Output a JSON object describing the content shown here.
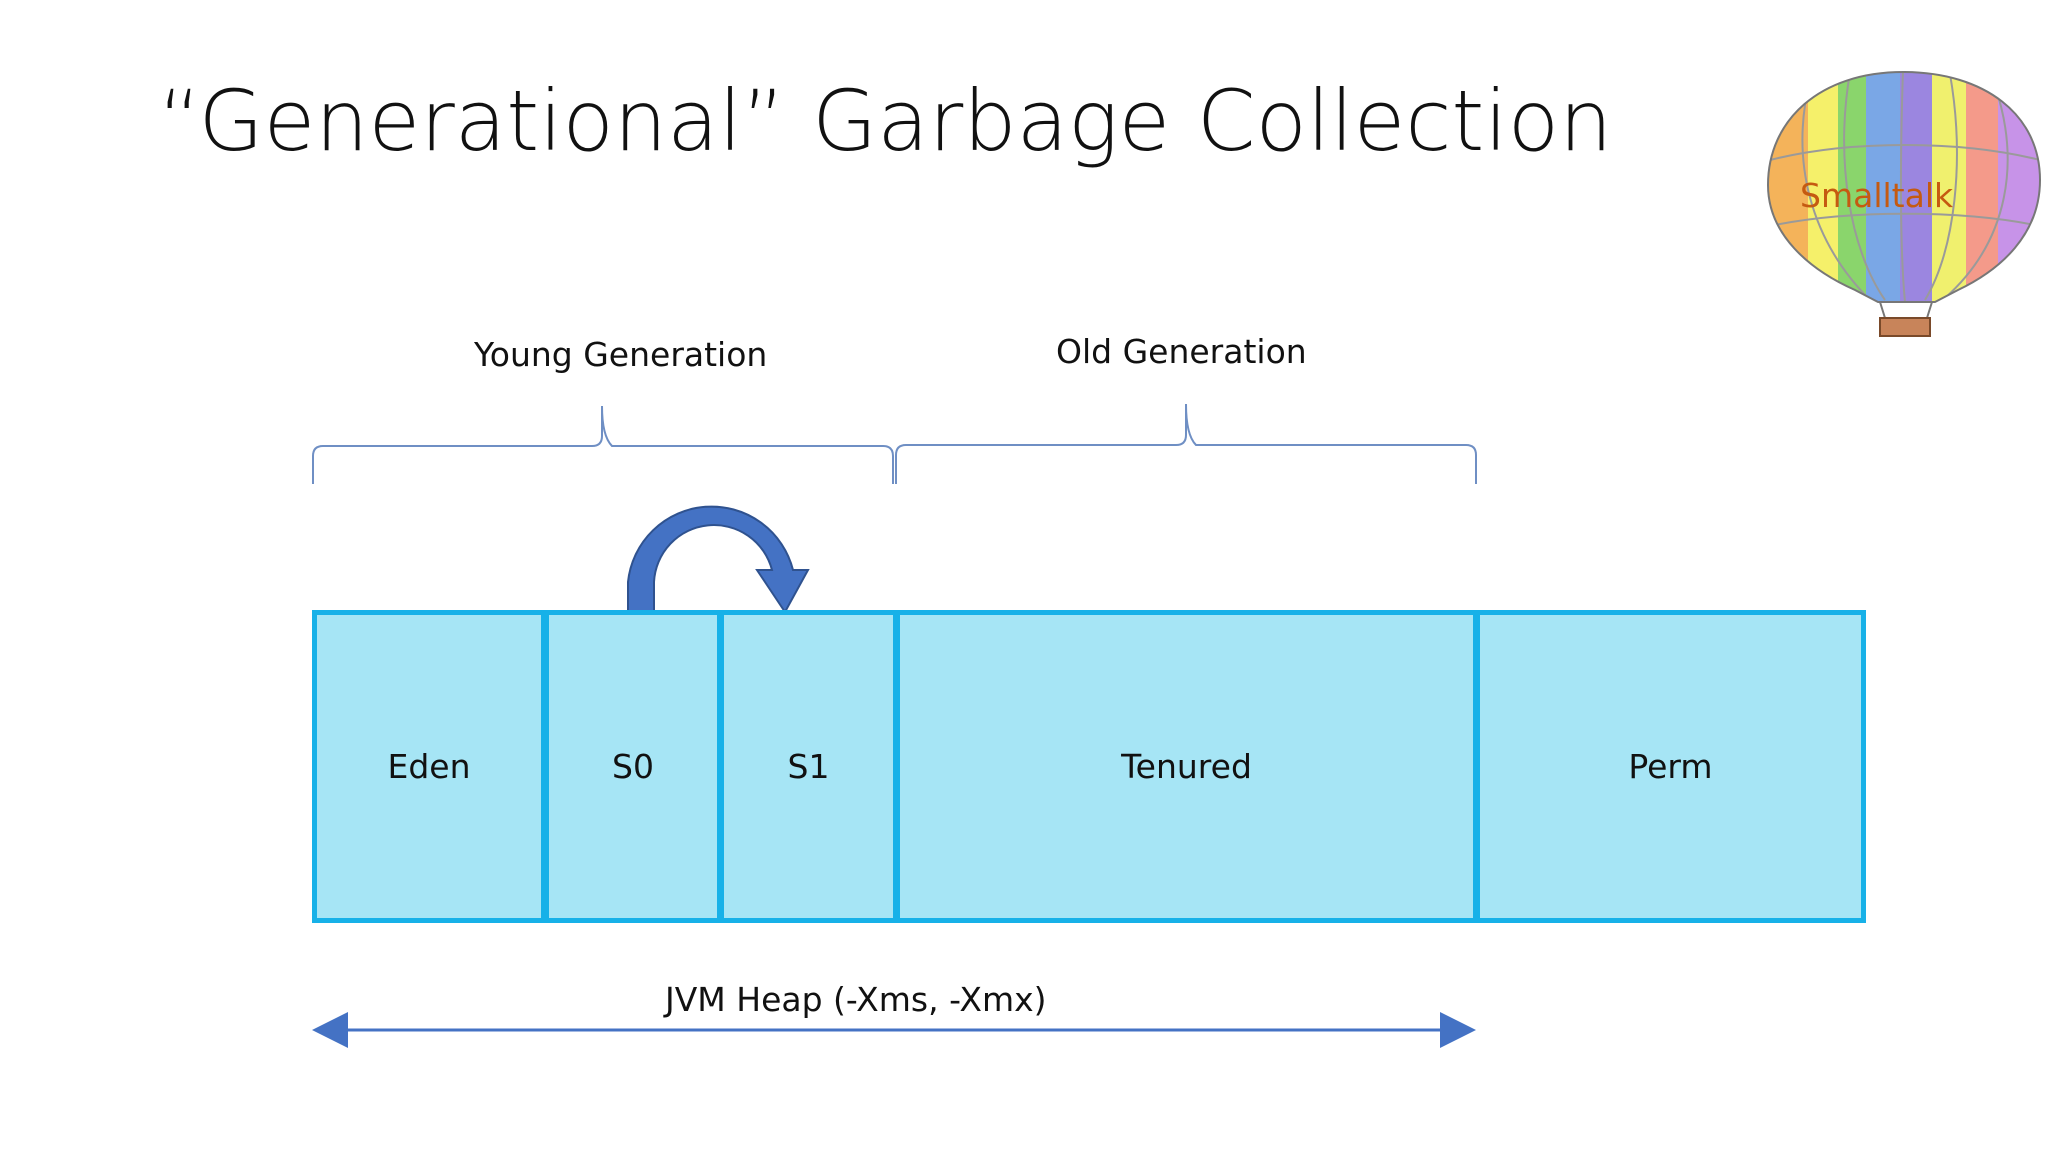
{
  "title": "“Generational” Garbage Collection",
  "labels": {
    "young_generation": "Young Generation",
    "old_generation": "Old Generation",
    "heap": "JVM Heap (-Xms, -Xmx)"
  },
  "regions": [
    {
      "id": "eden",
      "label": "Eden"
    },
    {
      "id": "s0",
      "label": "S0"
    },
    {
      "id": "s1",
      "label": "S1"
    },
    {
      "id": "tenured",
      "label": "Tenured"
    },
    {
      "id": "perm",
      "label": "Perm"
    }
  ],
  "logo": {
    "text": "Smalltalk"
  },
  "colors": {
    "region_fill": "#a6e5f5",
    "region_stroke": "#17b1e8",
    "brace": "#6f8fc4",
    "arrow": "#4472c4",
    "heap_arrow": "#4472c4",
    "logo_text": "#c55a11"
  }
}
